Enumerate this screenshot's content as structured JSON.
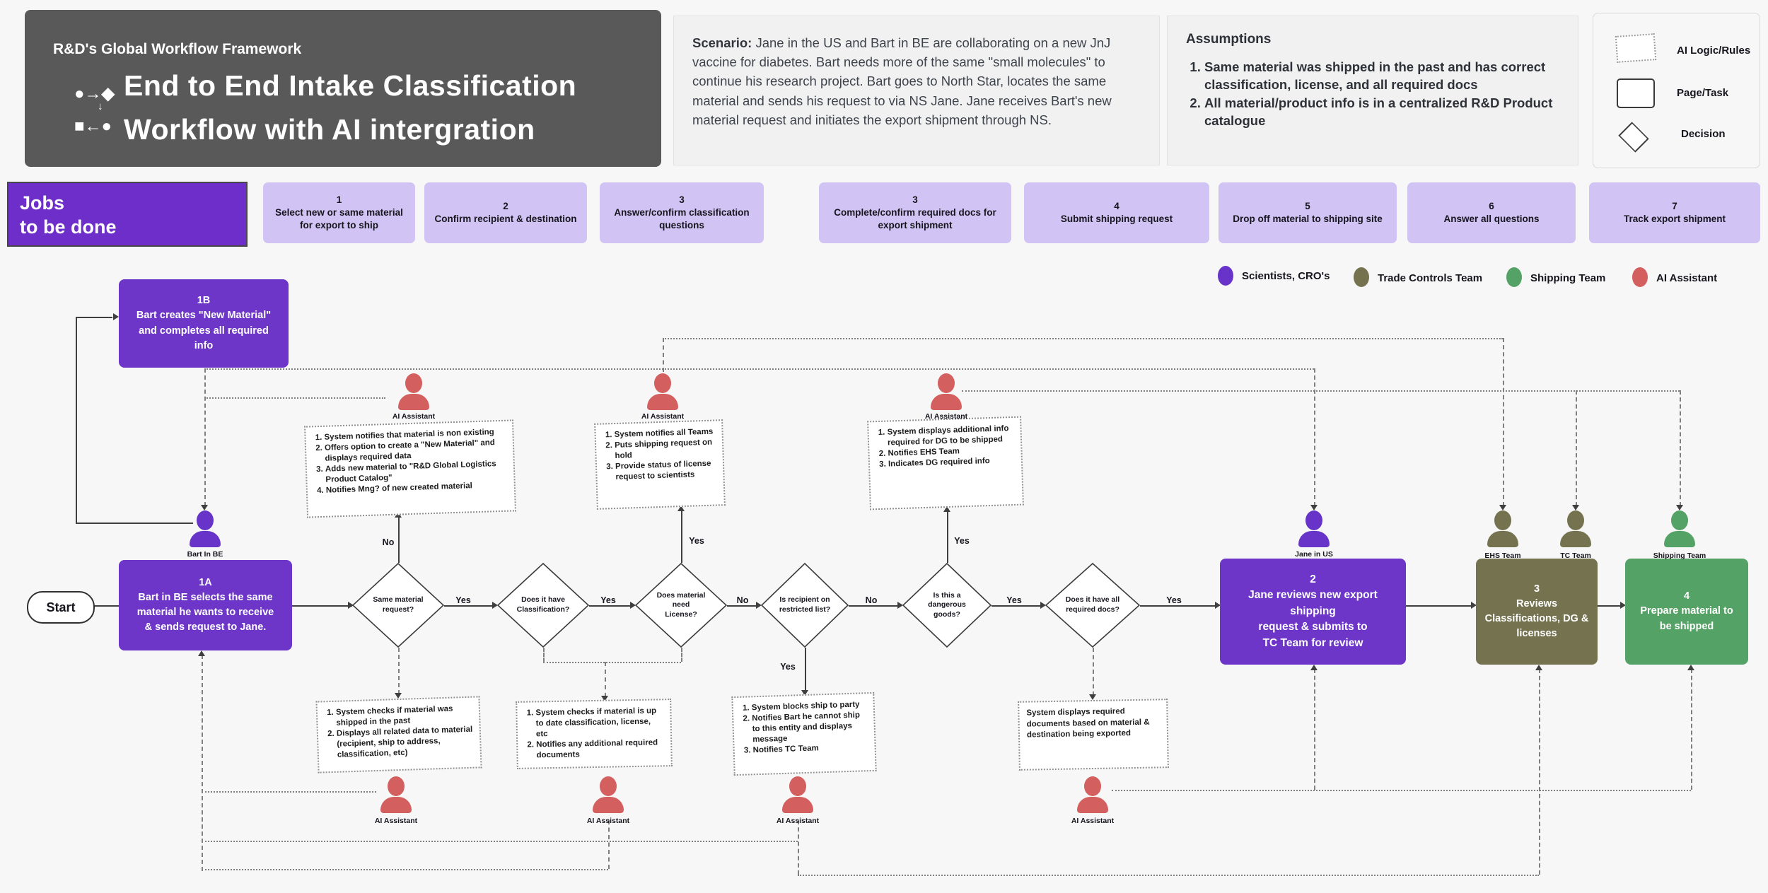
{
  "header": {
    "eyebrow": "R&D's Global Workflow Framework",
    "title_line1": "End to End Intake Classification",
    "title_line2": "Workflow with AI intergration",
    "icon": "flowchart-glyph"
  },
  "scenario": {
    "label": "Scenario:",
    "text": " Jane in the US and Bart in BE are collaborating on a new JnJ vaccine for diabetes. Bart needs more of the same \"small molecules\" to continue his research project. Bart goes to North Star, locates the same material and sends his request to via NS Jane. Jane receives Bart's new material request and initiates the export shipment through NS."
  },
  "assumptions": {
    "title": "Assumptions",
    "items": [
      "Same material was shipped in the past and has correct classification, license, and all required docs",
      "All material/product info is in a centralized R&D Product catalogue"
    ]
  },
  "shape_legend": {
    "ai_label": "AI Logic/Rules",
    "page_label": "Page/Task",
    "decision_label": "Decision"
  },
  "jobs": {
    "title_line1": "Jobs",
    "title_line2": "to be done",
    "steps": [
      {
        "num": "1",
        "label": "Select new or same material  for export to ship"
      },
      {
        "num": "2",
        "label": "Confirm recipient & destination"
      },
      {
        "num": "3",
        "label": "Answer/confirm classification questions"
      },
      {
        "num": "3",
        "label": "Complete/confirm required docs for export shipment"
      },
      {
        "num": "4",
        "label": "Submit shipping request"
      },
      {
        "num": "5",
        "label": "Drop off material to shipping site"
      },
      {
        "num": "6",
        "label": "Answer all questions"
      },
      {
        "num": "7",
        "label": "Track export shipment"
      }
    ]
  },
  "team_legend": {
    "items": [
      {
        "label": "Scientists, CRO's",
        "color": "#6733c8"
      },
      {
        "label": "Trade Controls Team",
        "color": "#75734f"
      },
      {
        "label": "Shipping Team",
        "color": "#55a266"
      },
      {
        "label": "AI Assistant",
        "color": "#d45f5f"
      }
    ]
  },
  "actors": {
    "bart": "Bart In BE",
    "jane": "Jane in US",
    "ehs": "EHS Team",
    "tc": "TC Team",
    "shipping": "Shipping Team",
    "ai": "AI Assistant"
  },
  "flow": {
    "start_label": "Start",
    "box_1b": {
      "num": "1B",
      "line1": "Bart creates \"New Material\"",
      "line2": "and completes all required",
      "line3": "info"
    },
    "box_1a": {
      "num": "1A",
      "line1": "Bart in BE selects the same",
      "line2": "material he wants to receive",
      "line3": "& sends request to Jane."
    },
    "box_2": {
      "num": "2",
      "line1": "Jane reviews new export shipping",
      "line2": "request & submits to",
      "line3": "TC Team for review"
    },
    "box_3": {
      "num": "3",
      "line1": "Reviews",
      "line2": "Classifications, DG &",
      "line3": "licenses"
    },
    "box_4": {
      "num": "4",
      "line1": "Prepare material to",
      "line2": "be shipped"
    },
    "decisions": {
      "d1": {
        "line1": "Same material",
        "line2": "request?",
        "line3": ""
      },
      "d2": {
        "line1": "Does it have",
        "line2": "Classification?",
        "line3": ""
      },
      "d3": {
        "line1": "Does material",
        "line2": "need",
        "line3": "License?"
      },
      "d4": {
        "line1": "Is recipient on",
        "line2": "restricted list?",
        "line3": ""
      },
      "d5": {
        "line1": "Is this a",
        "line2": "dangerous",
        "line3": "goods?"
      },
      "d6": {
        "line1": "Does it have all",
        "line2": "required docs?",
        "line3": ""
      }
    },
    "edge_labels": {
      "d1_up": "No",
      "d1_right": "Yes",
      "d2_right": "Yes",
      "d3_up": "Yes",
      "d3_right": "No",
      "d4_right": "No",
      "d4_down": "Yes",
      "d5_up": "Yes",
      "d5_right": "Yes",
      "d6_right": "Yes"
    }
  },
  "ai_notes": {
    "t1": {
      "items": [
        "System notifies that material is non existing",
        "Offers option to create a \"New Material\" and displays required data",
        "Adds new material to \"R&D Global Logistics Product Catalog\"",
        "Notifies Mng? of new created material"
      ]
    },
    "t2": {
      "items": [
        "System notifies all Teams",
        "Puts shipping request on hold",
        "Provide status of license request to scientists"
      ]
    },
    "t3": {
      "items": [
        "System displays additional info required for DG to be shipped",
        "Notifies EHS Team",
        "Indicates DG required info"
      ]
    },
    "b1": {
      "items": [
        "System checks if material was shipped in the past",
        "Displays all related data to material (recipient, ship to address, classification, etc)"
      ]
    },
    "b2": {
      "items": [
        "System checks if material is up to date classification, license, etc",
        "Notifies any additional required documents"
      ]
    },
    "b3": {
      "items": [
        "System blocks ship to party",
        "Notifies Bart he cannot ship to this entity and displays message",
        "Notifies TC Team"
      ]
    },
    "b4": {
      "text": "System displays required documents based on material & destination being exported"
    }
  },
  "colors": {
    "canvas_bg": "#f7f7f7",
    "header_bg": "#595959",
    "purple": "#6d35c8",
    "jobs_purple": "#6d2ec9",
    "chip_purple": "#d1c4f4",
    "olive": "#75734f",
    "green": "#55a266",
    "ai_red": "#d45f5f"
  }
}
